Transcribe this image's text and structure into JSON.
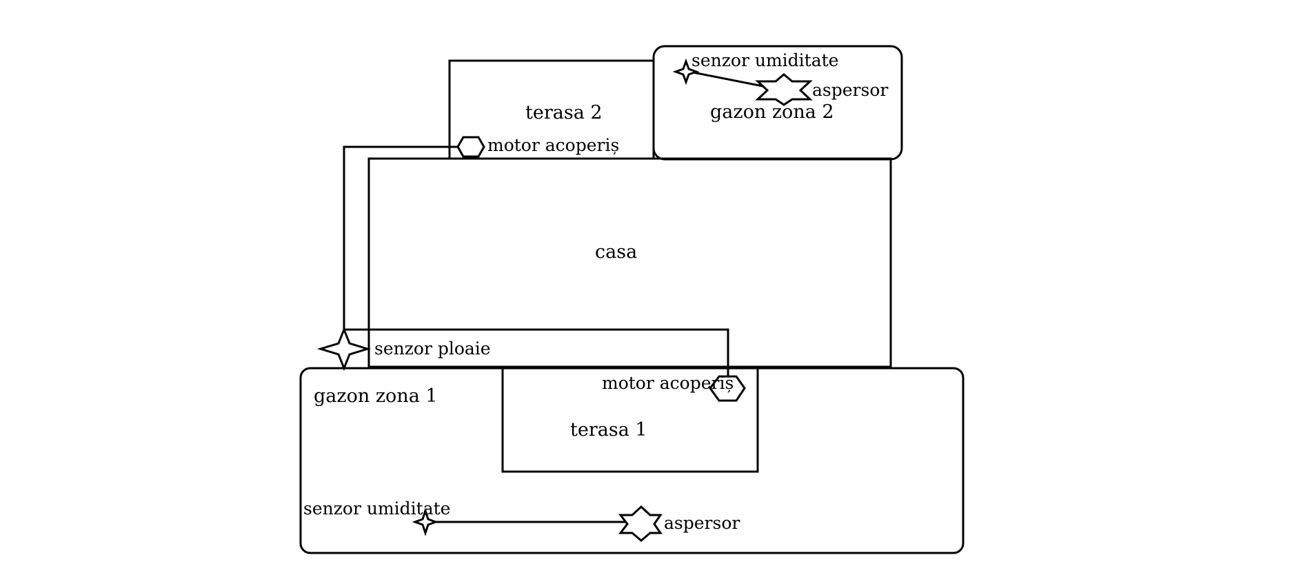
{
  "labels": {
    "terasa_2": "terasa 2",
    "gazon_zona_2": "gazon zona 2",
    "senzor_umiditate_2": "senzor umiditate",
    "aspersor_2": "aspersor",
    "motor_acoperis_2": "motor acoperiș",
    "casa": "casa",
    "senzor_ploaie": "senzor ploaie",
    "gazon_zona_1": "gazon zona 1",
    "motor_acoperis_1": "motor acoperiș",
    "terasa_1": "terasa 1",
    "senzor_umiditate_1": "senzor umiditate",
    "aspersor_1": "aspersor"
  },
  "icons": {
    "humidity_sensor": "four-point-star-icon",
    "rain_sensor": "four-point-star-icon",
    "sprinkler": "six-point-star-icon",
    "roof_motor": "hexagon-icon"
  },
  "colors": {
    "line": "#000000",
    "background": "#ffffff"
  }
}
